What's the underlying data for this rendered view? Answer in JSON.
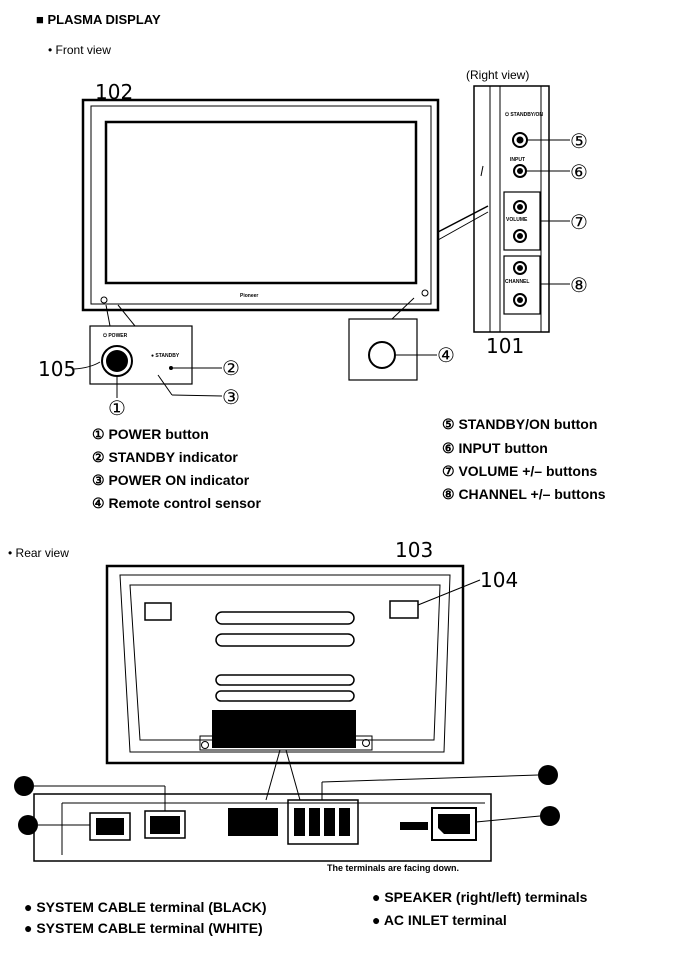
{
  "header": {
    "title": "■ PLASMA DISPLAY",
    "front_view": "• Front view",
    "right_view": "(Right view)",
    "rear_view": "• Rear view"
  },
  "refs": {
    "front": "102",
    "side": "101",
    "button": "105",
    "rear": "103",
    "vent": "104"
  },
  "panel_marks": {
    "logo": "Pioneer",
    "power_label": "⏻ POWER",
    "standby_label": "● STANDBY",
    "standby_on_label": "⏻ STANDBY/ON",
    "input_label": "INPUT",
    "volume_label": "VOLUME",
    "channel_label": "CHANNEL"
  },
  "callout_numbers": {
    "n1": "①",
    "n2": "②",
    "n3": "③",
    "n4": "④",
    "n5": "⑤",
    "n6": "⑥",
    "n7": "⑦",
    "n8": "⑧"
  },
  "front_legend": [
    "① POWER button",
    "② STANDBY indicator",
    "③ POWER ON indicator",
    "④ Remote control sensor"
  ],
  "side_legend": [
    "⑤ STANDBY/ON button",
    "⑥ INPUT  button",
    "⑦ VOLUME +/– buttons",
    "⑧ CHANNEL +/– buttons"
  ],
  "rear_note": "The terminals are facing down.",
  "rear_legend": [
    "● SYSTEM CABLE terminal (BLACK)",
    "● SYSTEM CABLE terminal (WHITE)",
    "● SPEAKER (right/left) terminals",
    "● AC INLET terminal"
  ]
}
